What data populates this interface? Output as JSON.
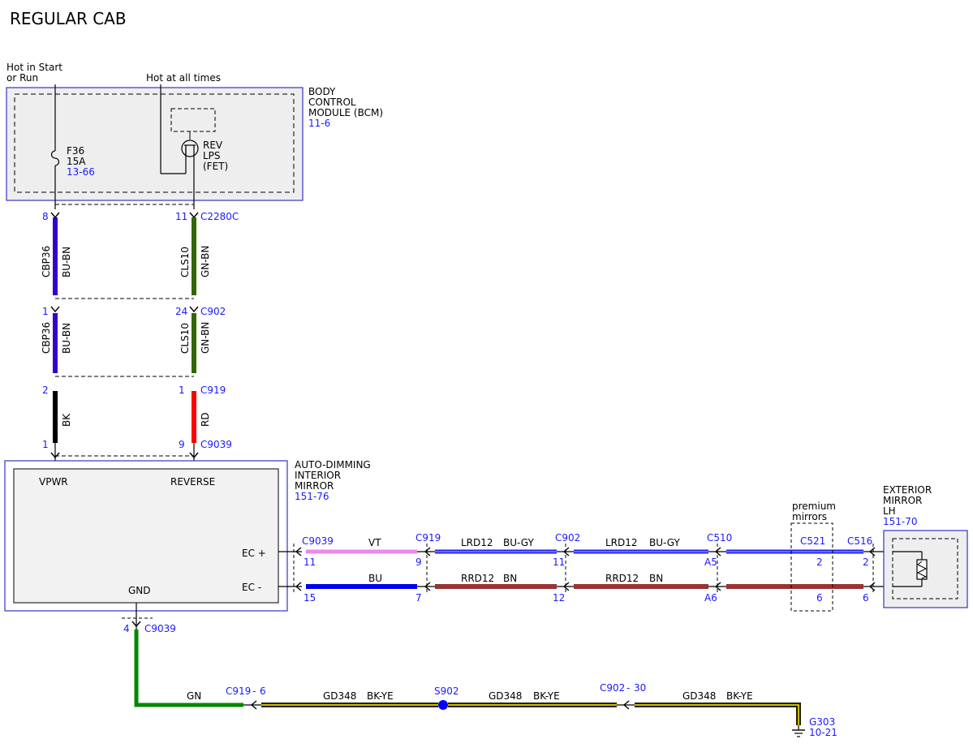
{
  "title": "REGULAR CAB",
  "colors": {
    "box_border": "#3333cc",
    "box_fill": "#eeeeee",
    "ref_text": "#1a1aff",
    "wire_bu_bn": "#3300cc",
    "wire_gn_bn": "#336600",
    "wire_bk": "#000000",
    "wire_rd": "#ff0000",
    "wire_vt": "#ee88ee",
    "wire_bu_gy": "#2222ee",
    "wire_bu": "#0000ee",
    "wire_bn": "#993333",
    "wire_gn": "#008800",
    "wire_bk_ye": "#222200",
    "wire_ye_stripe": "#ffee00",
    "splice": "#0000ff"
  },
  "power": {
    "run_line1": "Hot in Start",
    "run_line2": "or Run",
    "always": "Hot at all times"
  },
  "bcm": {
    "line1": "BODY",
    "line2": "CONTROL",
    "line3": "MODULE (BCM)",
    "ref": "11-6",
    "fuse_name": "F36",
    "fuse_rating": "15A",
    "fuse_ref": "13-66",
    "fet_line1": "REV",
    "fet_line2": "LPS",
    "fet_line3": "(FET)"
  },
  "connectors": {
    "c2280c": {
      "name": "C2280C",
      "pin_a": "8",
      "pin_b": "11"
    },
    "c902_top": {
      "name": "C902",
      "pin_a": "1",
      "pin_b": "24"
    },
    "c919_top": {
      "name": "C919",
      "pin_a": "2",
      "pin_b": "1"
    },
    "c9039_top": {
      "name": "C9039",
      "pin_a": "1",
      "pin_b": "9"
    },
    "c9039_right": {
      "name": "C9039",
      "pin_top": "11",
      "pin_bottom": "15"
    },
    "c919_right": {
      "name": "C919",
      "pin_top": "9",
      "pin_bottom": "7"
    },
    "c902_right": {
      "name": "C902",
      "pin_top": "11",
      "pin_bottom": "12"
    },
    "c510": {
      "name": "C510",
      "pin_top": "A5",
      "pin_bottom": "A6"
    },
    "c521": {
      "name": "C521",
      "pin_top": "2",
      "pin_bottom": "6"
    },
    "c516": {
      "name": "C516",
      "pin_top": "2",
      "pin_bottom": "6"
    },
    "c9039_gnd": {
      "name": "C9039",
      "pin": "4"
    },
    "c919_gnd": {
      "name": "C919",
      "sep": "-",
      "pin": "6"
    },
    "c902_gnd": {
      "name": "C902",
      "sep": "-",
      "pin": "30"
    }
  },
  "wires": {
    "seg1_left": {
      "circuit": "CBP36",
      "color": "BU-BN"
    },
    "seg1_right": {
      "circuit": "CLS10",
      "color": "GN-BN"
    },
    "seg2_left": {
      "circuit": "CBP36",
      "color": "BU-BN"
    },
    "seg2_right": {
      "circuit": "CLS10",
      "color": "GN-BN"
    },
    "seg3_left": {
      "color": "BK"
    },
    "seg3_right": {
      "color": "RD"
    },
    "ec_top_1": {
      "color": "VT"
    },
    "ec_top_2": {
      "circuit": "LRD12",
      "color": "BU-GY"
    },
    "ec_top_3": {
      "circuit": "LRD12",
      "color": "BU-GY"
    },
    "ec_bot_1": {
      "color": "BU"
    },
    "ec_bot_2": {
      "circuit": "RRD12",
      "color": "BN"
    },
    "ec_bot_3": {
      "circuit": "RRD12",
      "color": "BN"
    },
    "gnd_1": {
      "color": "GN"
    },
    "gnd_2": {
      "circuit": "GD348",
      "color": "BK-YE"
    },
    "gnd_3": {
      "circuit": "GD348",
      "color": "BK-YE"
    },
    "gnd_4": {
      "circuit": "GD348",
      "color": "BK-YE"
    }
  },
  "mirror": {
    "line1": "AUTO-DIMMING",
    "line2": "INTERIOR",
    "line3": "MIRROR",
    "ref": "151-76",
    "pin_vpwr": "VPWR",
    "pin_reverse": "REVERSE",
    "pin_ecp": "EC +",
    "pin_ecm": "EC -",
    "pin_gnd": "GND"
  },
  "premium": {
    "line1": "premium",
    "line2": "mirrors"
  },
  "ext_mirror": {
    "line1": "EXTERIOR",
    "line2": "MIRROR",
    "line3": "LH",
    "ref": "151-70"
  },
  "splice": {
    "name": "S902"
  },
  "ground": {
    "name": "G303",
    "ref": "10-21"
  }
}
